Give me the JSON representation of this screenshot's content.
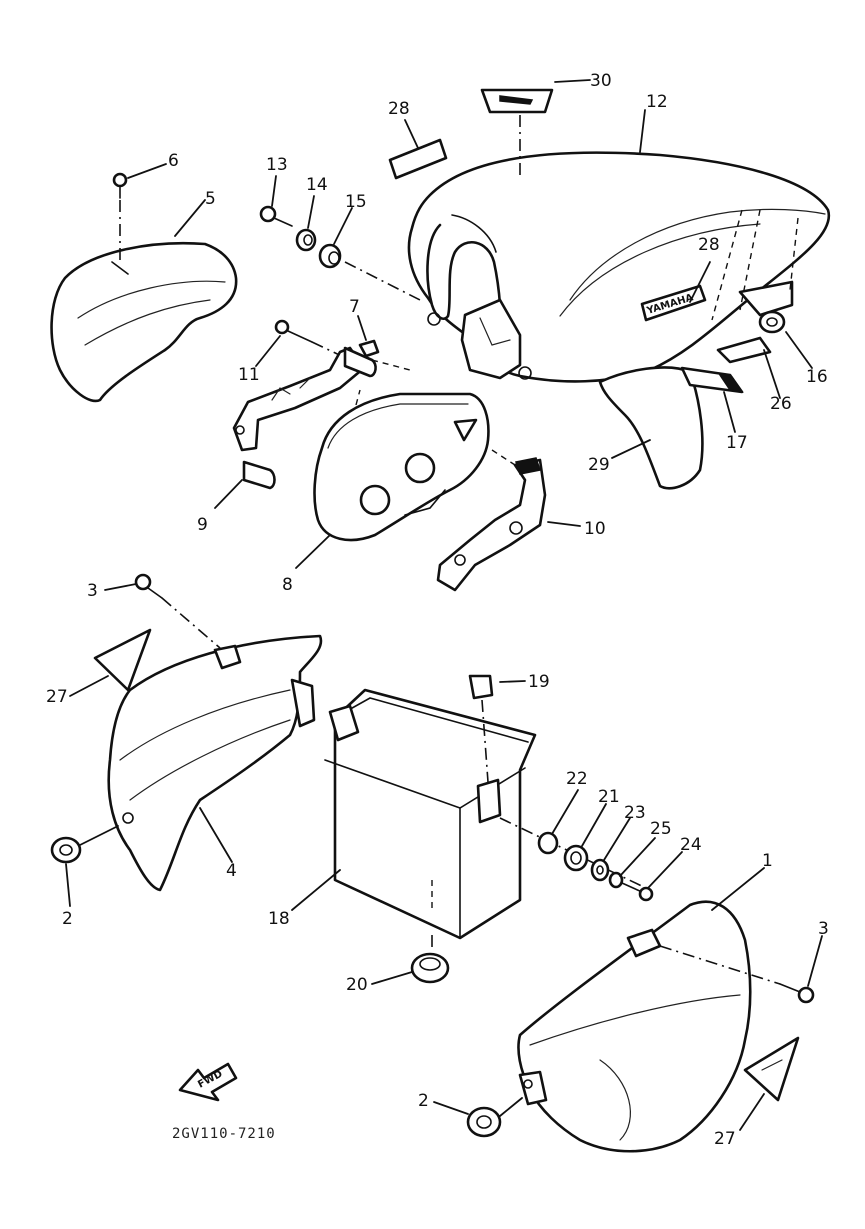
{
  "diagram": {
    "drawing_code": "2GV110-7210",
    "fwd_arrow_label": "FWD",
    "tank_badge_text": "YAMAHA",
    "callouts": {
      "c1": "1",
      "c2a": "2",
      "c2b": "2",
      "c3a": "3",
      "c3b": "3",
      "c4": "4",
      "c5": "5",
      "c6": "6",
      "c7": "7",
      "c8": "8",
      "c9": "9",
      "c10": "10",
      "c11": "11",
      "c12": "12",
      "c13": "13",
      "c14": "14",
      "c15": "15",
      "c16": "16",
      "c17": "17",
      "c18": "18",
      "c19": "19",
      "c20": "20",
      "c21": "21",
      "c22": "22",
      "c23": "23",
      "c24": "24",
      "c25": "25",
      "c26": "26",
      "c27a": "27",
      "c27b": "27",
      "c28a": "28",
      "c28b": "28",
      "c29": "29",
      "c30": "30"
    }
  }
}
